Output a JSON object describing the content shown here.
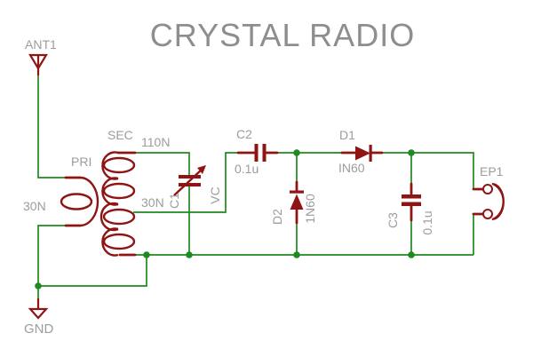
{
  "title": "CRYSTAL RADIO",
  "colors": {
    "background": "#ffffff",
    "wire_green": "#1f8a1f",
    "component_red": "#8f1414",
    "label_gray": "#9c9c9c",
    "title_gray": "#8e8e8e"
  },
  "labels": {
    "ant1": "ANT1",
    "gnd": "GND",
    "pri_name": "PRI",
    "pri_value": "30N",
    "sec_name": "SEC",
    "sec_value": "110N",
    "sec_tap": "30N",
    "c1_name": "C1",
    "c1_value": "VC",
    "c2_name": "C2",
    "c2_value": "0.1u",
    "d1_name": "D1",
    "d1_value": "IN60",
    "d2_name": "D2",
    "d2_value": "1N60",
    "c3_name": "C3",
    "c3_value": "0.1u",
    "ep1": "EP1"
  }
}
